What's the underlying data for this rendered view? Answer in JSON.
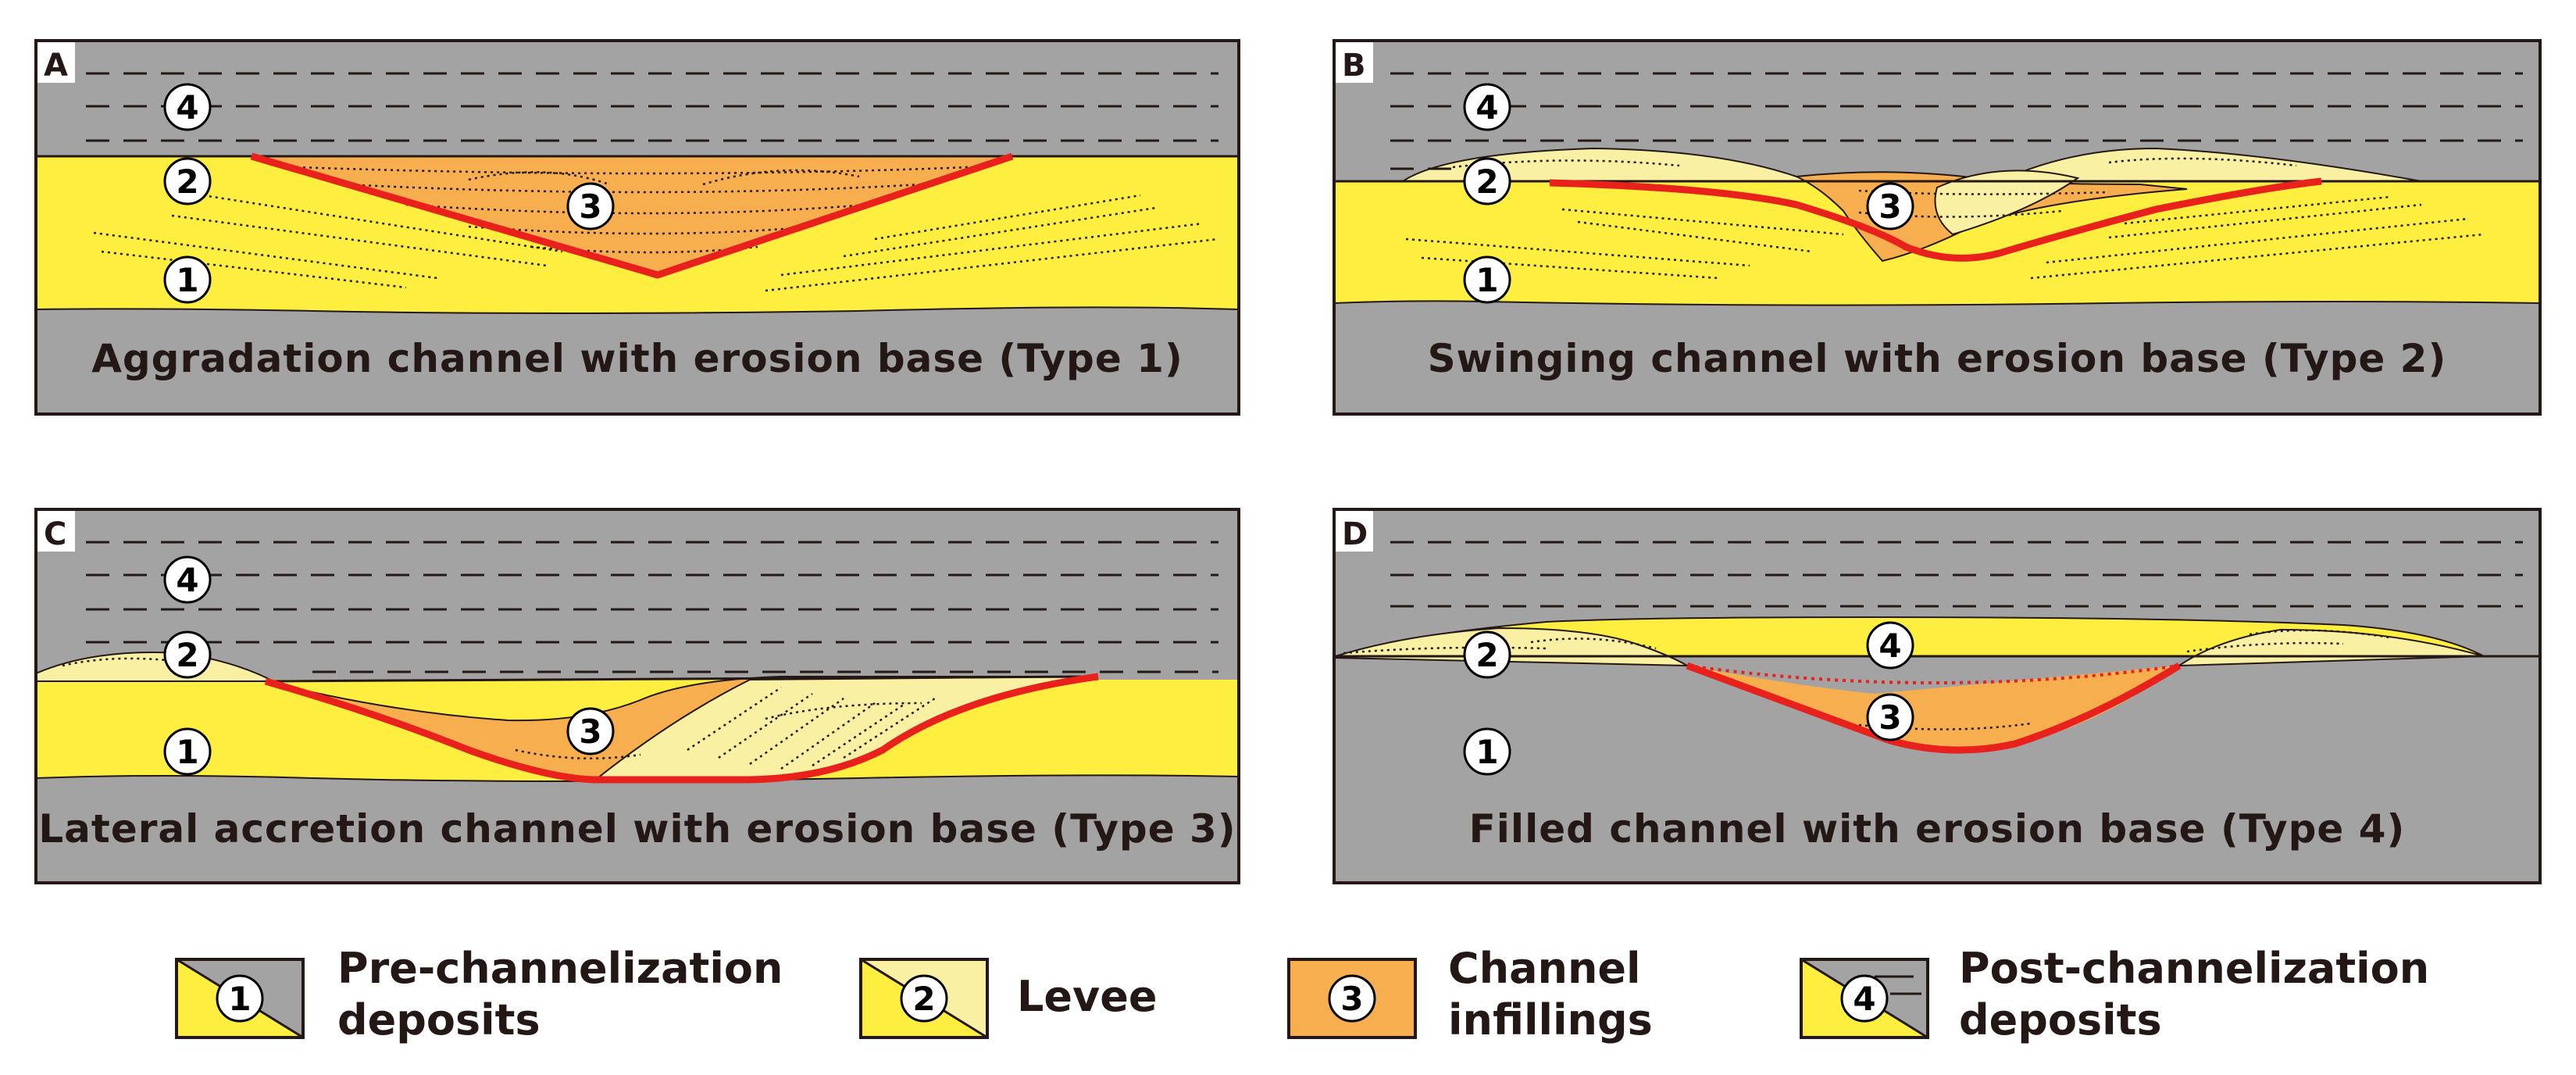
{
  "panels": [
    {
      "letter": "A",
      "caption": "Aggradation channel with erosion base (Type 1)"
    },
    {
      "letter": "B",
      "caption": "Swinging channel with erosion base (Type 2)"
    },
    {
      "letter": "C",
      "caption": "Lateral accretion channel with erosion base (Type 3)"
    },
    {
      "letter": "D",
      "caption": "Filled channel with erosion base (Type 4)"
    }
  ],
  "unit_markers": [
    "1",
    "2",
    "3",
    "4"
  ],
  "legend": [
    {
      "marker": "1",
      "line1": "Pre-channelization",
      "line2": "deposits"
    },
    {
      "marker": "2",
      "line1": "Levee",
      "line2": ""
    },
    {
      "marker": "3",
      "line1": "Channel",
      "line2": "infillings"
    },
    {
      "marker": "4",
      "line1": "Post-channelization",
      "line2": "deposits"
    }
  ],
  "colors": {
    "grey": "#a3a3a3",
    "sand": "#fdee3f",
    "levee": "#f9f0a3",
    "fill": "#f7ae4e",
    "erosion": "#e8211d",
    "outline": "#231815"
  }
}
